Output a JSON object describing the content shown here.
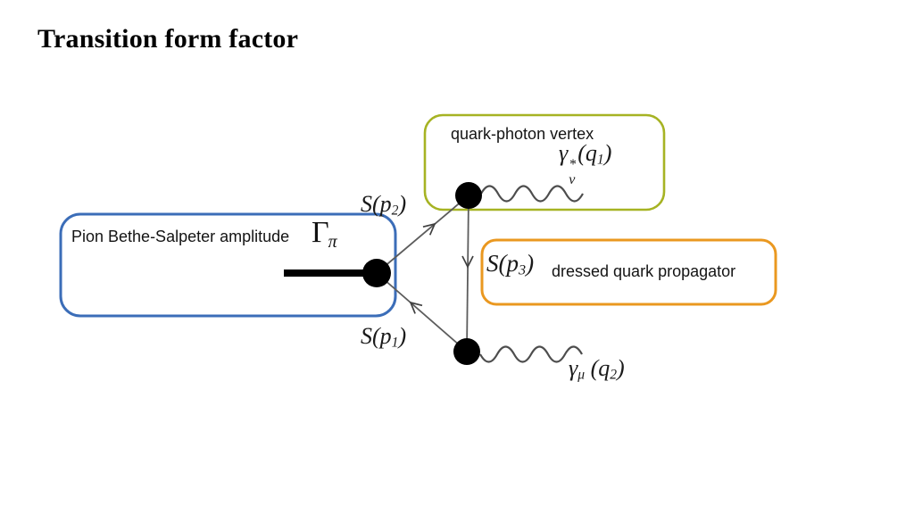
{
  "slide": {
    "title": "Transition form factor",
    "background": "#ffffff"
  },
  "diagram": {
    "colors": {
      "green_box_border": "#a6b323",
      "blue_box_border": "#3b6db8",
      "orange_box_border": "#ea9820",
      "quark_line": "#5c5c5c",
      "photon_line": "#4d4d4d",
      "arrow": "#3f3f3f",
      "vertex_dot": "#000000",
      "pion_line": "#000000"
    },
    "green_box": {
      "title": "quark-photon vertex",
      "math": {
        "gamma": "γ",
        "star": "*",
        "nu": "ν",
        "open": "(q",
        "sub": "1",
        "close": ")"
      }
    },
    "blue_box": {
      "title": "Pion Bethe-Salpeter amplitude",
      "math": {
        "Gamma": "Γ",
        "sub": "π"
      }
    },
    "orange_box": {
      "title": "dressed quark propagator",
      "math": {
        "base": "S(p",
        "sub": "3",
        "close": ")"
      }
    },
    "labels": {
      "s_p2": {
        "base": "S(p",
        "sub": "2",
        "close": ")"
      },
      "s_p1": {
        "base": "S(p",
        "sub": "1",
        "close": ")"
      },
      "gamma_mu": {
        "gamma": "γ",
        "sub": "μ",
        "open": " (q",
        "qsub": "2",
        "close": ")"
      }
    }
  }
}
